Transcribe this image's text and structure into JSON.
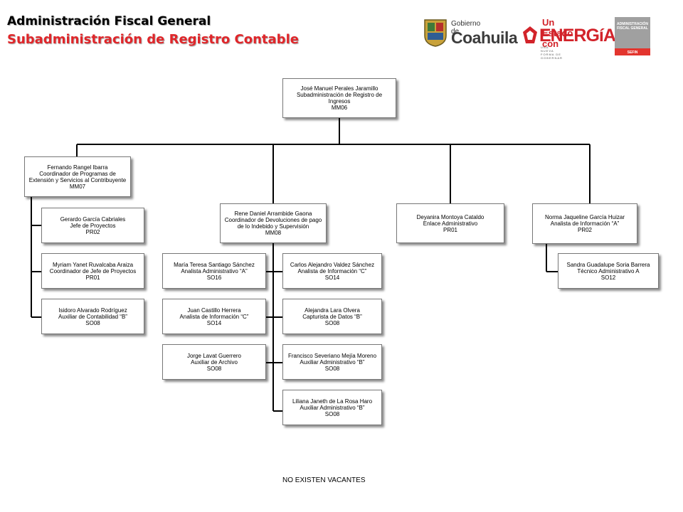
{
  "header": {
    "title": "Administración Fiscal General",
    "subtitle": "Subadministración de Registro Contable"
  },
  "logos": {
    "coahuila_small": "Gobierno de",
    "coahuila_big": "Coahuila",
    "energia_small": "Un Estado con",
    "energia_big": "ENERGíA",
    "energia_tagline": "UNA NUEVA FORMA DE GOBERNAR",
    "afg_line1": "ADMINISTRACIÓN",
    "afg_line2": "FISCAL GENERAL",
    "afg_line3": "SEFIN",
    "colors": {
      "red": "#d2232a",
      "gray": "#a0a0a0",
      "shield_green": "#3f7a3a"
    }
  },
  "org": {
    "root": {
      "name": "José Manuel Perales Jaramillo",
      "title": "Subadministración de Registro de Ingresos",
      "code": "MM06"
    },
    "fernando": {
      "name": "Fernando Rangel Ibarra",
      "title": "Coordinador de Programas de Extensión y Servicios al Contribuyente",
      "code": "MM07"
    },
    "gerardo": {
      "name": "Gerardo García Cabriales",
      "title": "Jefe de Proyectos",
      "code": "PR02"
    },
    "myriam": {
      "name": "Myriam Yanet Ruvalcaba Araiza",
      "title": "Coordinador de Jefe de Proyectos",
      "code": "PR01"
    },
    "isidoro": {
      "name": "Isidoro Alvarado Rodríguez",
      "title": "Auxiliar de Contabilidad “B”",
      "code": "SO08"
    },
    "rene": {
      "name": "Rene Daniel Arrambide Gaona",
      "title": "Coordinador de Devoluciones de pago de lo Indebido y Supervisión",
      "code": "MM08"
    },
    "maria": {
      "name": "María Teresa Santiago Sánchez",
      "title": "Analista Administrativo “A”",
      "code": "SO16"
    },
    "juan": {
      "name": "Juan Castillo Herrera",
      "title": "Analista de Información “C”",
      "code": "SO14"
    },
    "jorge": {
      "name": "Jorge Lavat Guerrero",
      "title": "Auxiliar de Archivo",
      "code": "SO08"
    },
    "carlos": {
      "name": "Carlos Alejandro Valdez Sánchez",
      "title": "Analista de Información “C”",
      "code": "SO14"
    },
    "alejandra": {
      "name": "Alejandra Lara Olvera",
      "title": "Capturista de Datos “B”",
      "code": "SO08"
    },
    "francisco": {
      "name": "Francisco Severiano Mejía Moreno",
      "title": "Auxiliar Administrativo “B”",
      "code": "SO08"
    },
    "liliana": {
      "name": "Liliana Janeth de La Rosa Haro",
      "title": "Auxiliar Administrativo “B”",
      "code": "SO08"
    },
    "deyanira": {
      "name": "Deyanira Montoya Cataldo",
      "title": "Enlace Administrativo",
      "code": "PR01"
    },
    "norma": {
      "name": "Norma Jaqueline García Huizar",
      "title": "Analista de Información “A”",
      "code": "PR02"
    },
    "sandra": {
      "name": "Sandra Guadalupe Soria Barrera",
      "title": "Técnico Administrativo A",
      "code": "SO12"
    }
  },
  "footer": {
    "note": "NO EXISTEN VACANTES"
  }
}
